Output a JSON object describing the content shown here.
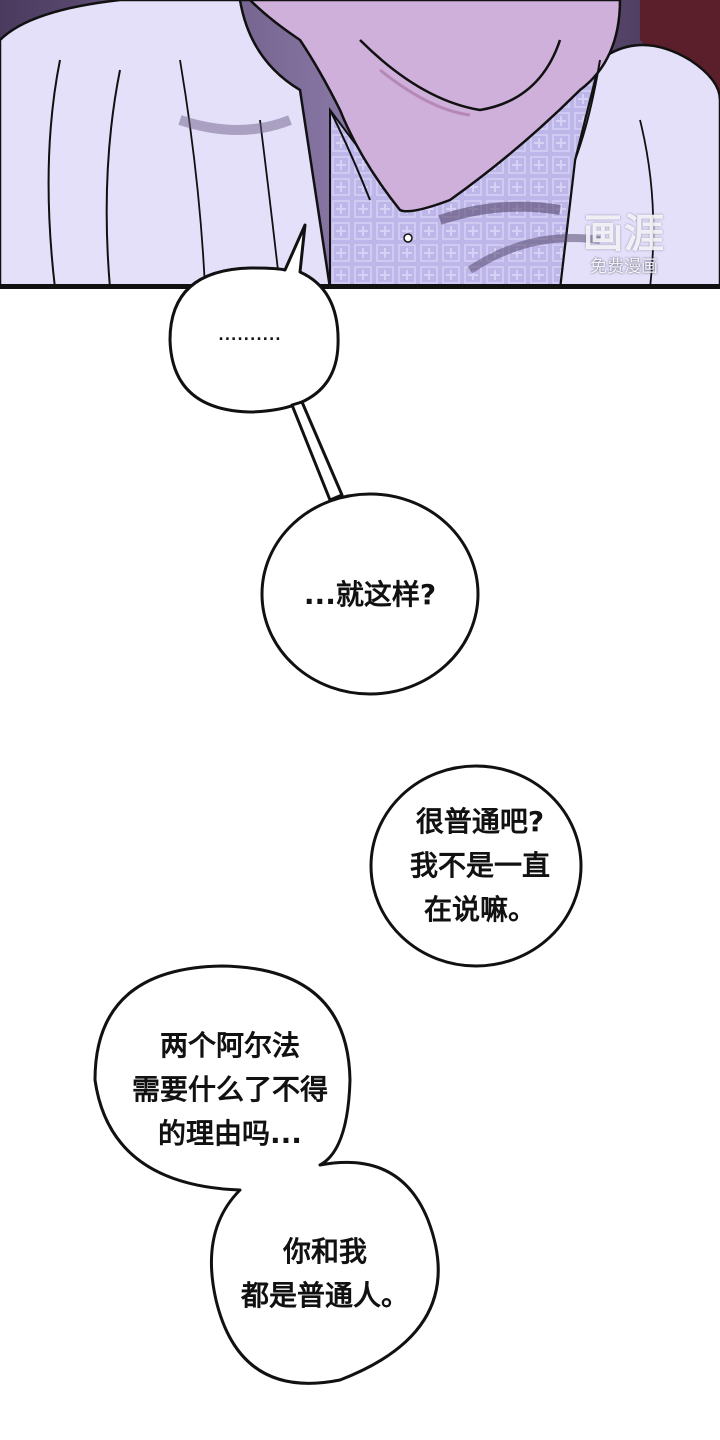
{
  "watermark": {
    "logo": "画涯",
    "subtitle": "免费漫画"
  },
  "bubbles": {
    "dots": "..........",
    "question": "...就这样?",
    "normal_lines": [
      "很普通吧?",
      "我不是一直",
      "在说嘛。"
    ],
    "alpha_lines": [
      "两个阿尔法",
      "需要什么了不得",
      "的理由吗..."
    ],
    "both_lines": [
      "你和我",
      "都是普通人。"
    ]
  },
  "colors": {
    "panel_background": "#c9c3ee",
    "jacket": "#e4e0fa",
    "shirt": "#bcb4e6",
    "skin": "#d2a9d2"
  }
}
